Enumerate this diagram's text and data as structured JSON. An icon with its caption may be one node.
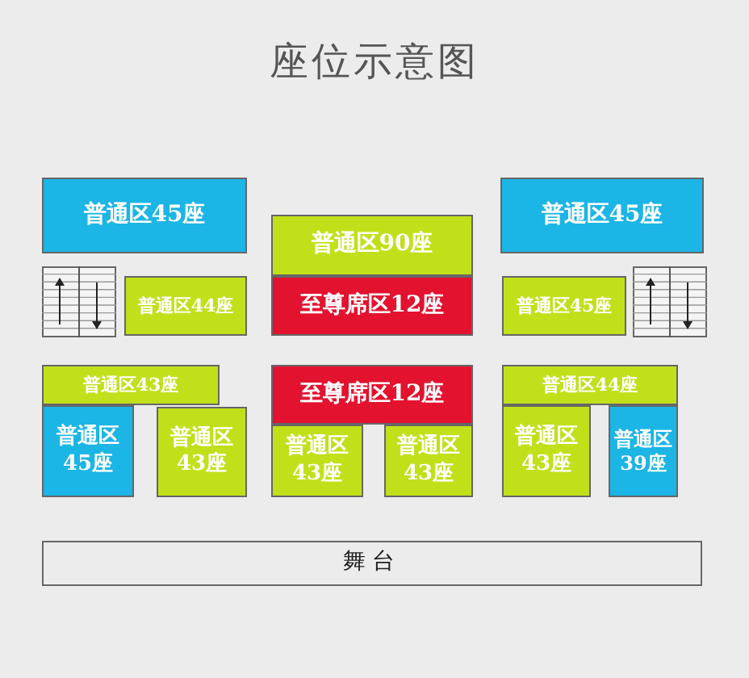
{
  "diagram": {
    "title": "座位示意图",
    "nodes": [
      {
        "text": [
          "普通区45座"
        ]
      },
      {
        "text": [
          "普通区90座"
        ]
      },
      {
        "text": [
          "普通区45座"
        ]
      },
      {
        "text": [
          "普通区44座"
        ]
      },
      {
        "text": [
          "至尊席区12座"
        ]
      },
      {
        "text": [
          "普通区45座"
        ]
      },
      {
        "text": [
          "普通区43座"
        ]
      },
      {
        "text": [
          "至尊席区12座"
        ]
      },
      {
        "text": [
          "普通区44座"
        ]
      },
      {
        "text": [
          "普通区45座"
        ]
      },
      {
        "text": [
          "普通区43座"
        ]
      },
      {
        "text": [
          "普通区43座"
        ]
      },
      {
        "text": [
          "普通区43座"
        ]
      },
      {
        "text": [
          "普通区43座"
        ]
      },
      {
        "text": [
          "普通区39座"
        ]
      },
      {
        "text": [
          "舞台"
        ]
      }
    ]
  }
}
